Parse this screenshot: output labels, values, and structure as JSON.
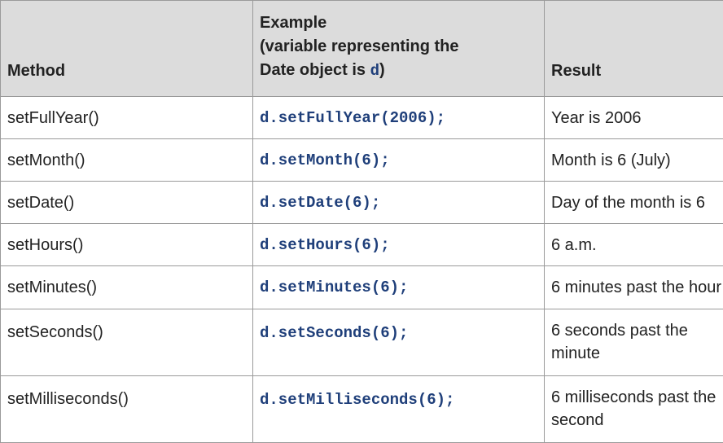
{
  "table": {
    "headers": {
      "method": "Method",
      "example_line1": "Example",
      "example_line2": "(variable representing the",
      "example_line3_pre": "Date object is ",
      "example_var": "d",
      "example_line3_post": ")",
      "result": "Result"
    },
    "rows": [
      {
        "method": "setFullYear()",
        "example": "d.setFullYear(2006);",
        "result": "Year is 2006"
      },
      {
        "method": "setMonth()",
        "example": "d.setMonth(6);",
        "result": "Month is 6 (July)"
      },
      {
        "method": "setDate()",
        "example": "d.setDate(6);",
        "result": "Day of the month is 6"
      },
      {
        "method": "setHours()",
        "example": "d.setHours(6);",
        "result": "6 a.m."
      },
      {
        "method": "setMinutes()",
        "example": "d.setMinutes(6);",
        "result": "6 minutes past the hour"
      },
      {
        "method": "setSeconds()",
        "example": "d.setSeconds(6);",
        "result": "6 seconds past the minute"
      },
      {
        "method": "setMilliseconds()",
        "example": "d.setMilliseconds(6);",
        "result": "6 milliseconds past the second"
      }
    ]
  }
}
